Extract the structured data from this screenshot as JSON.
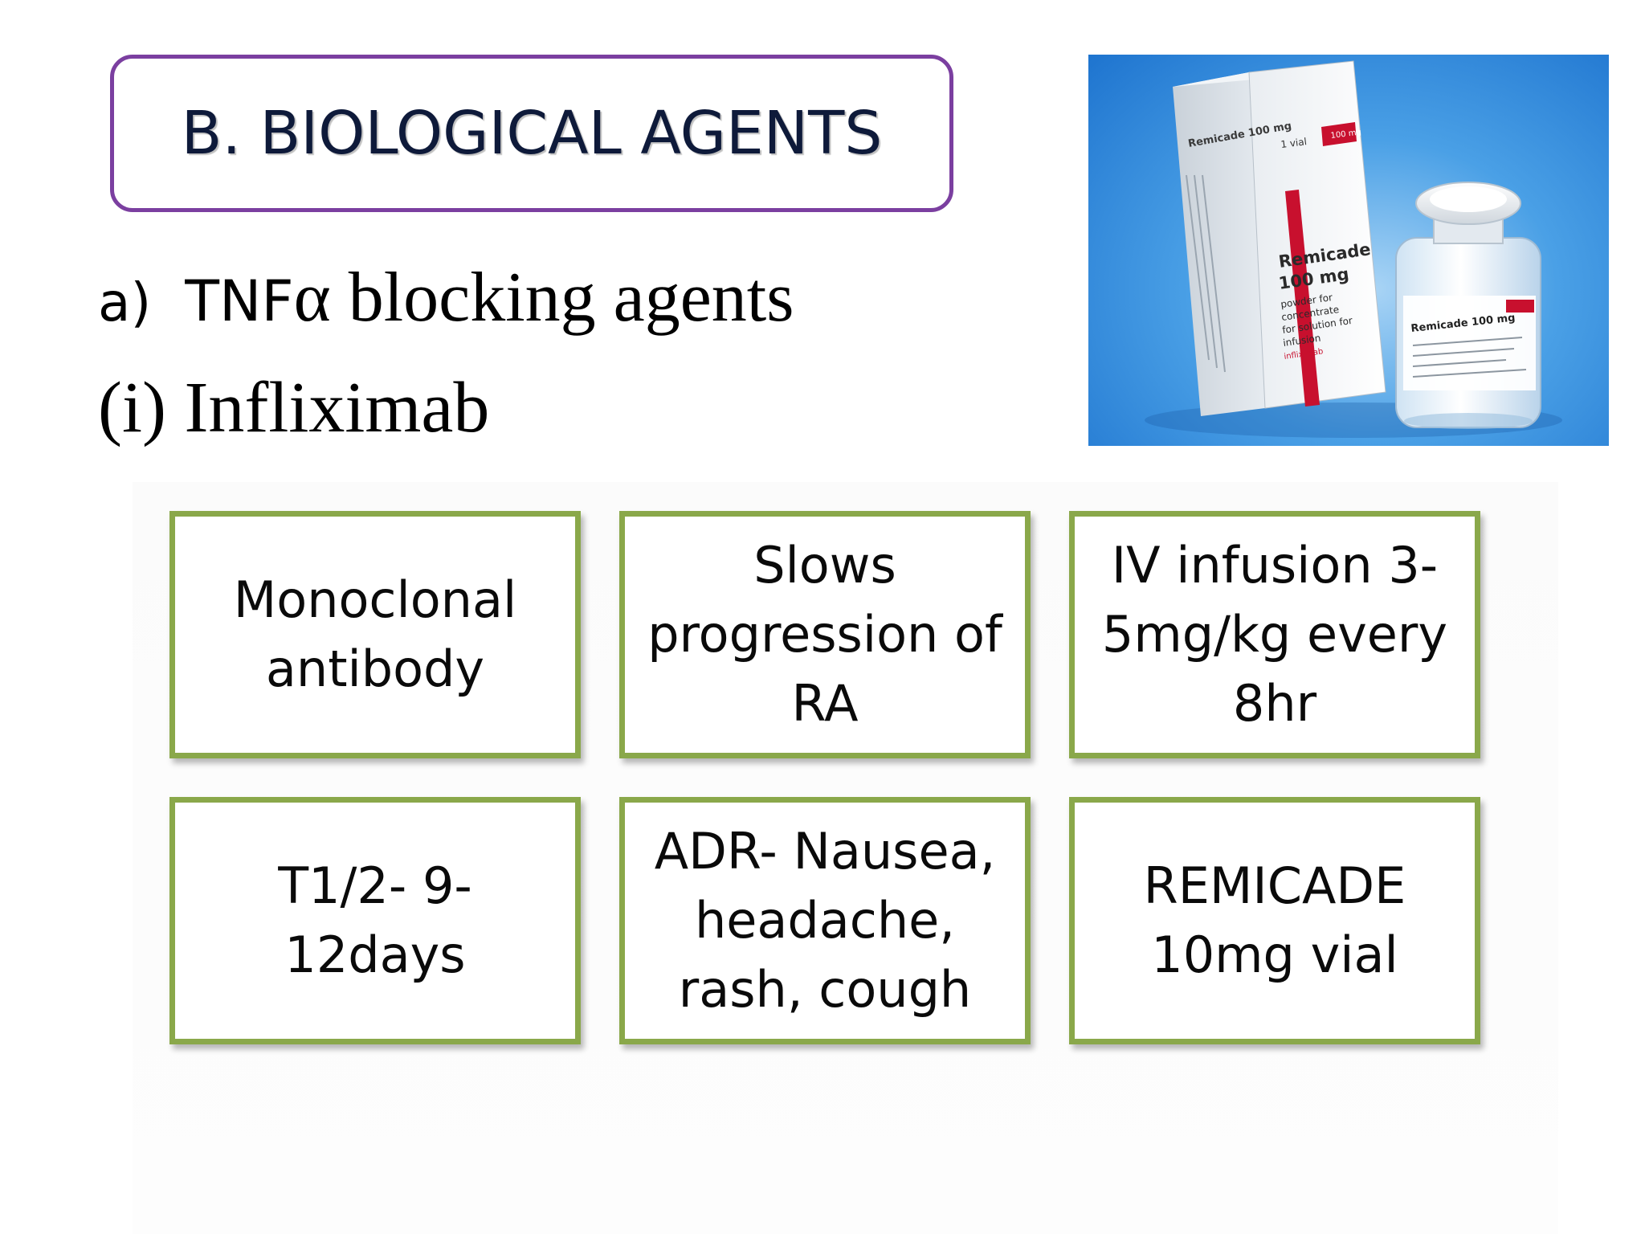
{
  "slide": {
    "title": "B. BIOLOGICAL AGENTS",
    "heading_a": {
      "marker": "a)",
      "tnf": "TNF",
      "rest": "α blocking agents"
    },
    "heading_i": "(i) Infliximab"
  },
  "photo": {
    "box_lines": [
      "Remicade",
      "100 mg",
      "powder for",
      "concentrate",
      "for solution for",
      "infusion",
      "infliximab"
    ],
    "box_top_label": "1 vial",
    "box_strength_tag": "100 mg",
    "box_side_title": "Remicade 100 mg",
    "vial_label": "Remicade 100 mg",
    "colors": {
      "background": "#3f96e0",
      "accent_red": "#c8102e",
      "box_white": "#f4f6f8"
    }
  },
  "cards": [
    {
      "text": "Monoclonal\nantibody"
    },
    {
      "text": "Slows\nprogression of\nRA"
    },
    {
      "text": "IV infusion 3-\n5mg/kg every\n8hr"
    },
    {
      "text": "T1/2- 9-\n12days"
    },
    {
      "text": "ADR- Nausea,\nheadache,\nrash, cough"
    },
    {
      "text": "REMICADE\n10mg vial"
    }
  ],
  "colors": {
    "title_border": "#7b3fa0",
    "title_text": "#0e1a3a",
    "card_border": "#8aa84a"
  }
}
